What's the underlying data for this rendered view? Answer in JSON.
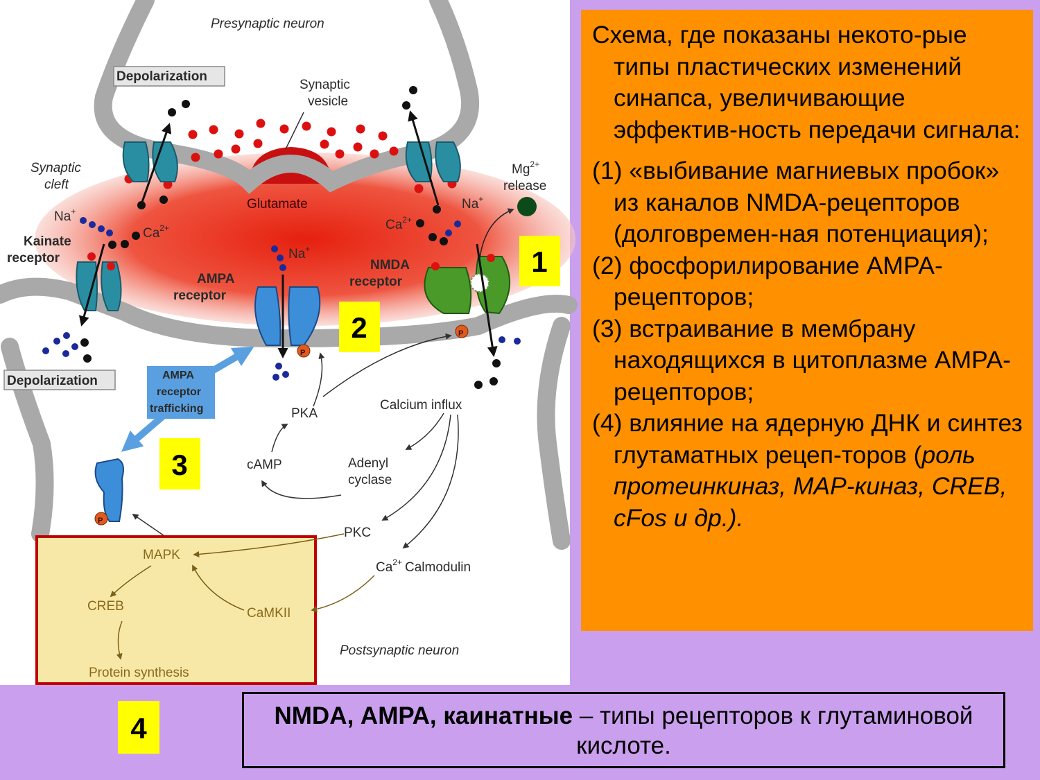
{
  "diagram": {
    "presynaptic_label": "Presynaptic neuron",
    "postsynaptic_label": "Postsynaptic neuron",
    "depolarization_top": "Depolarization",
    "depolarization_bottom": "Depolarization",
    "synaptic_vesicle_line1": "Synaptic",
    "synaptic_vesicle_line2": "vesicle",
    "synaptic_cleft_line1": "Synaptic",
    "synaptic_cleft_line2": "cleft",
    "glutamate": "Glutamate",
    "na_left": "Na",
    "na_center": "Na",
    "na_right": "Na",
    "ca_left": "Ca",
    "ca_right": "Ca",
    "mg_line1": "Mg",
    "mg_line2": "release",
    "kainate_line1": "Kainate",
    "kainate_line2": "receptor",
    "ampa_line1": "AMPA",
    "ampa_line2": "receptor",
    "nmda_line1": "NMDA",
    "nmda_line2": "receptor",
    "trafficking_line1": "AMPA",
    "trafficking_line2": "receptor",
    "trafficking_line3": "trafficking",
    "pka": "PKA",
    "camp": "cAMP",
    "calcium_influx": "Calcium influx",
    "adenyl_line1": "Adenyl",
    "adenyl_line2": "cyclase",
    "pkc": "PKC",
    "calmodulin_ca": "Ca",
    "calmodulin": "Calmodulin",
    "mapk": "MAPK",
    "creb": "CREB",
    "camkii": "CaMKII",
    "protein_synthesis": "Protein synthesis",
    "phospho": "P",
    "sup_plus": "+",
    "sup_2plus": "2+"
  },
  "markers": [
    "1",
    "2",
    "3",
    "4"
  ],
  "info": {
    "intro": "Схема, где показаны некото-рые типы пластических изменений синапса, увеличивающие эффектив-ность передачи сигнала:",
    "item1": "(1) «выбивание магниевых пробок» из каналов NMDA-рецепторов (долговремен-ная потенциация);",
    "item2": "(2) фосфорилирование АМРА-рецепторов;",
    "item3": "(3) встраивание в мембрану находящихся в цитоплазме АМРА-рецепторов;",
    "item4_plain": "(4) влияние на ядерную ДНК и синтез глутаматных рецеп-торов (",
    "item4_italic": "роль протеинкиназ, МАР-киназ, CREB,  cFos и др.)."
  },
  "footer": {
    "bold": "NMDA, АМРА, каинатные",
    "rest": " – типы рецепторов к глутаминовой кислоте."
  },
  "colors": {
    "page_bg": "#caa0ee",
    "info_bg": "#ff9000",
    "cleft_red": "#e02010",
    "membrane_gray": "#a8a8a8",
    "marker_yellow": "#ffff00",
    "nucleus_box": "#f8e8a8",
    "nucleus_border": "#c00000",
    "kainate_teal": "#2f95a8",
    "ampa_blue": "#3f8fd8",
    "nmda_green": "#4a9a2a"
  }
}
